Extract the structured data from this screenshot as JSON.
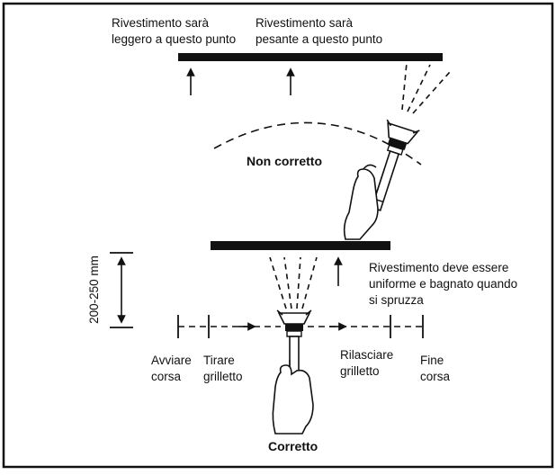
{
  "colors": {
    "ink": "#111111",
    "background": "#ffffff"
  },
  "top_section": {
    "label_light": [
      "Rivestimento sarà",
      "leggero a questo punto"
    ],
    "label_heavy": [
      "Rivestimento sarà",
      "pesante a questo punto"
    ],
    "caption": "Non corretto"
  },
  "bottom_section": {
    "distance_label": "200-250 mm",
    "uniform_label": [
      "Rivestimento deve essere",
      "uniforme e bagnato quando",
      "si spruzza"
    ],
    "stroke_steps": [
      [
        "Avviare",
        "corsa"
      ],
      [
        "Tirare",
        "grilletto"
      ],
      [
        "Rilasciare",
        "grilletto"
      ],
      [
        "Fine",
        "corsa"
      ]
    ],
    "caption": "Corretto"
  }
}
